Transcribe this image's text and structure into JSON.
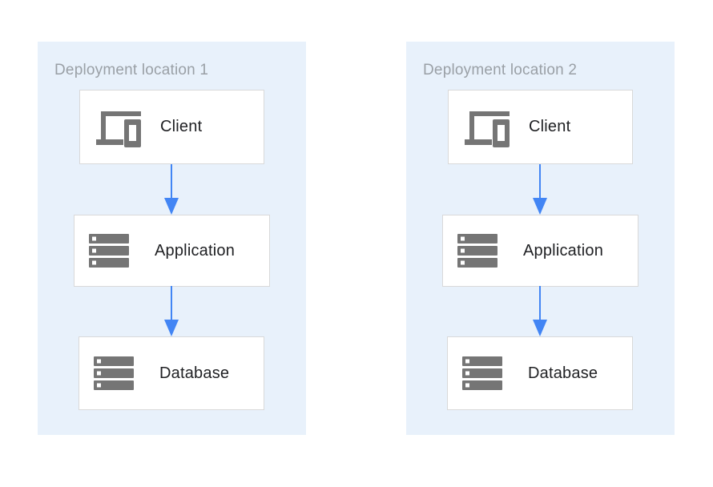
{
  "diagram": {
    "colors": {
      "page_bg": "#ffffff",
      "panel_bg": "#e8f1fb",
      "box_bg": "#ffffff",
      "box_border": "#d9d9d9",
      "icon_color": "#757575",
      "title_color": "#9aa0a6",
      "label_color": "#202124",
      "arrow_color": "#4285f4"
    },
    "panels": [
      {
        "title": "Deployment location 1",
        "nodes": [
          {
            "id": "client",
            "label": "Client",
            "icon": "devices-icon"
          },
          {
            "id": "application",
            "label": "Application",
            "icon": "server-stack-icon"
          },
          {
            "id": "database",
            "label": "Database",
            "icon": "server-stack-icon"
          }
        ],
        "edges": [
          {
            "from": "Client",
            "to": "Application",
            "direction": "down"
          },
          {
            "from": "Application",
            "to": "Database",
            "direction": "down"
          }
        ]
      },
      {
        "title": "Deployment location 2",
        "nodes": [
          {
            "id": "client",
            "label": "Client",
            "icon": "devices-icon"
          },
          {
            "id": "application",
            "label": "Application",
            "icon": "server-stack-icon"
          },
          {
            "id": "database",
            "label": "Database",
            "icon": "server-stack-icon"
          }
        ],
        "edges": [
          {
            "from": "Client",
            "to": "Application",
            "direction": "down"
          },
          {
            "from": "Application",
            "to": "Database",
            "direction": "down"
          }
        ]
      }
    ]
  }
}
